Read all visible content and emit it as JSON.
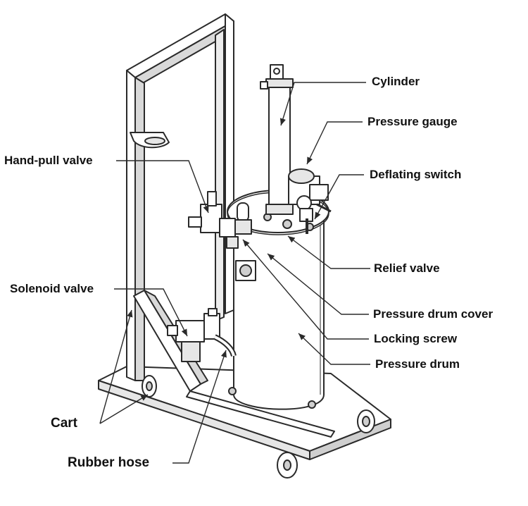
{
  "labels": {
    "cylinder": "Cylinder",
    "pressure_gauge": "Pressure gauge",
    "hand_pull_valve": "Hand-pull valve",
    "deflating_switch": "Deflating switch",
    "relief_valve": "Relief valve",
    "solenoid_valve": "Solenoid valve",
    "pressure_drum_cover": "Pressure drum cover",
    "locking_screw": "Locking screw",
    "pressure_drum": "Pressure drum",
    "cart": "Cart",
    "rubber_hose": "Rubber hose"
  },
  "colors": {
    "line": "#2a2a2a",
    "fill": "#ffffff",
    "shade": "#d9d9d9",
    "text": "#111111"
  }
}
